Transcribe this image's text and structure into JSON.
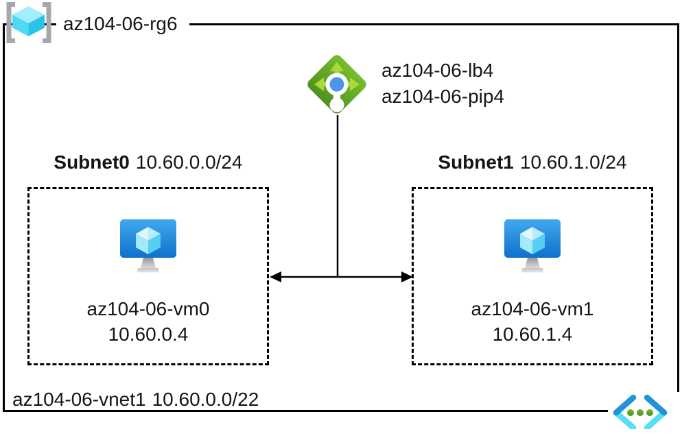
{
  "resource_group": {
    "label": "az104-06-rg6"
  },
  "load_balancer": {
    "name": "az104-06-lb4",
    "public_ip_name": "az104-06-pip4"
  },
  "subnets": [
    {
      "name": "Subnet0",
      "cidr": "10.60.0.0/24",
      "vm": {
        "name": "az104-06-vm0",
        "ip": "10.60.0.4"
      }
    },
    {
      "name": "Subnet1",
      "cidr": "10.60.1.0/24",
      "vm": {
        "name": "az104-06-vm1",
        "ip": "10.60.1.4"
      }
    }
  ],
  "vnet": {
    "name": "az104-06-vnet1",
    "cidr": "10.60.0.0/22"
  },
  "icons": {
    "top_left": "resource-group-icon",
    "center": "load-balancer-icon",
    "in_subnets": "virtual-machine-icon",
    "bottom_right": "virtual-network-icon"
  },
  "colors": {
    "line": "#000000",
    "lb_diamond_top": "#77BD2E",
    "lb_diamond_bottom": "#4D9220",
    "lb_arrow": "#ACD939",
    "lb_dot_blue": "#4A96E8",
    "vm_screen_top": "#41A9EF",
    "vm_screen_bottom": "#0F70CB",
    "cube_cyan_light": "#A3EDFD",
    "cube_cyan_dark": "#28C5E7",
    "bracket_gray": "#A6A8AB",
    "vnet_chevron_dark": "#2293D9",
    "vnet_chevron_light": "#55DFF9",
    "vnet_dot_green_top": "#70BE33",
    "vnet_dot_green_bottom": "#4A8E1E"
  }
}
